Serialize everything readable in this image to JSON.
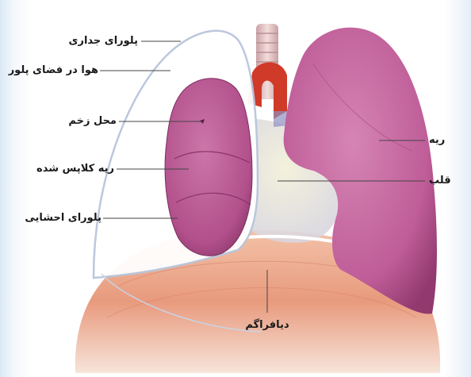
{
  "labels": {
    "parietal_pleura": "پلورای جداری",
    "air_in_pleural_space": "هوا در فضای پلور",
    "wound_site": "محل زخم",
    "collapsed_lung": "ریه کلاپس شده",
    "visceral_pleura": "پلورای احشایی",
    "lung": "ریه",
    "heart": "قلب",
    "diaphragm": "دیافراگم"
  },
  "colors": {
    "lung_fill": "#c15f9a",
    "lung_dark": "#8e3a6e",
    "pleura_outline": "#b8c6dc",
    "diaphragm": "#e9a488",
    "aorta": "#d23a2a",
    "trachea": "#e8c2c0",
    "label_line": "#444444"
  }
}
